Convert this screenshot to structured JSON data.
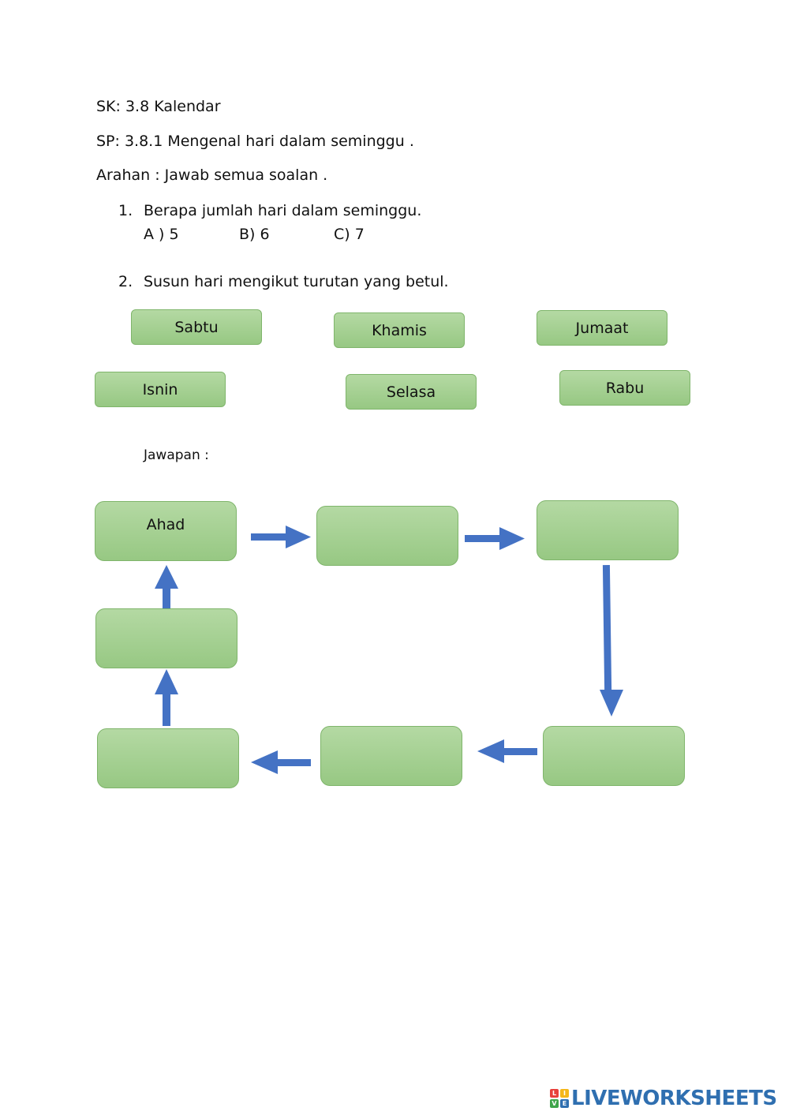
{
  "header": {
    "sk": "SK: 3.8 Kalendar",
    "sp": "SP: 3.8.1 Mengenal hari dalam seminggu .",
    "arahan": "Arahan : Jawab semua soalan ."
  },
  "question1": {
    "number": "1.",
    "text": "Berapa jumlah hari dalam seminggu.",
    "options": [
      "A ) 5",
      "B) 6",
      "C) 7"
    ]
  },
  "question2": {
    "number": "2.",
    "text": "Susun hari mengikut turutan yang betul.",
    "chips": [
      "Sabtu",
      "Khamis",
      "Jumaat",
      "Isnin",
      "Selasa",
      "Rabu"
    ]
  },
  "answer": {
    "label": "Jawapan :",
    "first_box": "Ahad"
  },
  "logo": {
    "mark_letters": [
      "L",
      "I",
      "V",
      "E"
    ],
    "text": "LIVEWORKSHEETS"
  },
  "colors": {
    "box_fill": "#a5d08f",
    "arrow": "#4472c4",
    "logo": "#2f6fb0"
  }
}
